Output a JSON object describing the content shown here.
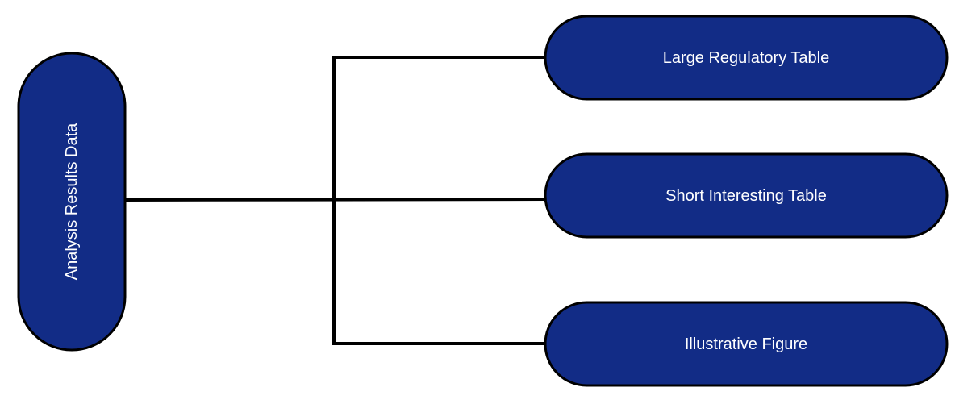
{
  "diagram": {
    "colors": {
      "node_fill": "#122c86",
      "node_stroke": "#000000",
      "connector": "#000000",
      "label": "#ffffff",
      "background": "#ffffff"
    },
    "source": {
      "label": "Analysis Results Data"
    },
    "targets": [
      {
        "label": "Large Regulatory Table"
      },
      {
        "label": "Short Interesting Table"
      },
      {
        "label": "Illustrative Figure"
      }
    ]
  }
}
